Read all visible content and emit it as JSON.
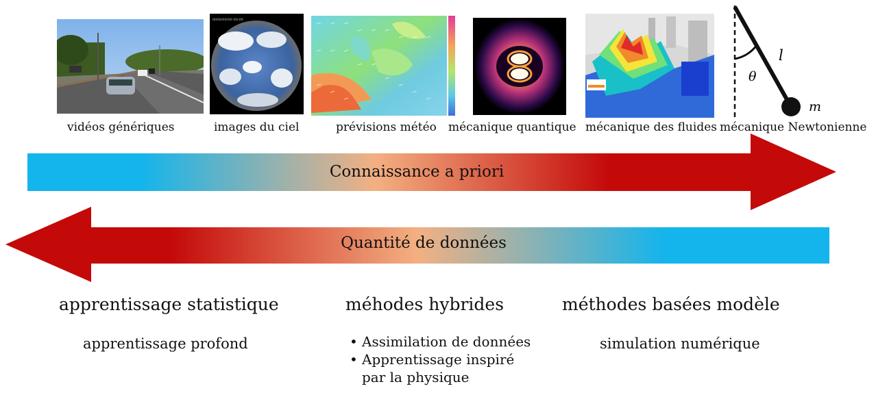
{
  "thumbnails": [
    {
      "caption": "vidéos génériques"
    },
    {
      "caption": "images du ciel"
    },
    {
      "caption": "prévisions météo"
    },
    {
      "caption": "mécanique quantique"
    },
    {
      "caption": "mécanique des fluides"
    },
    {
      "caption": "mécanique Newtonienne"
    }
  ],
  "pendulum": {
    "length_symbol": "l",
    "angle_symbol": "θ",
    "mass_symbol": "m"
  },
  "arrows": {
    "right": {
      "label": "Connaissance a priori",
      "gradient": [
        "#14b4ec",
        "#f3b082",
        "#c40909"
      ]
    },
    "left": {
      "label": "Quantité de données",
      "gradient": [
        "#c40909",
        "#f3b082",
        "#14b4ec"
      ]
    }
  },
  "columns": {
    "left": {
      "title": "apprentissage statistique",
      "items": [
        "apprentissage profond"
      ]
    },
    "middle": {
      "title": "méhodes hybrides",
      "items": [
        "Assimilation de données",
        "Apprentissage inspiré par la physique"
      ]
    },
    "right": {
      "title": "méthodes basées modèle",
      "items": [
        "simulation numérique"
      ]
    }
  }
}
